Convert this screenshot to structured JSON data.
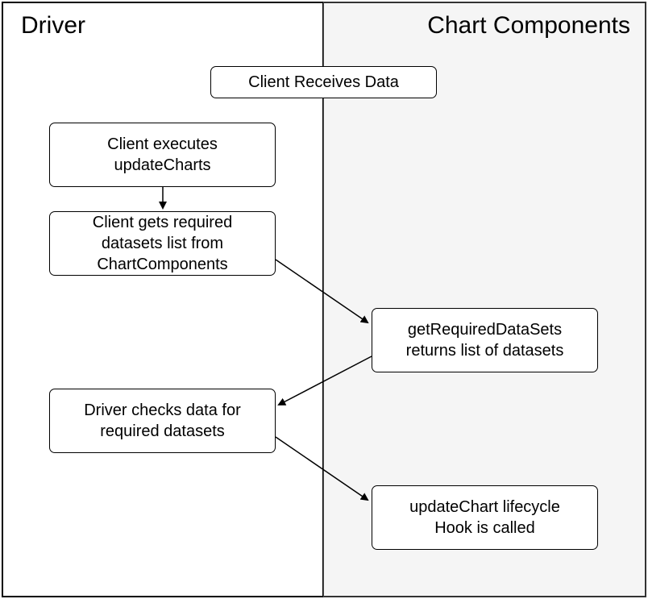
{
  "lanes": {
    "driver_title": "Driver",
    "chart_components_title": "Chart Components"
  },
  "steps": {
    "client_receives": "Client Receives Data",
    "client_executes": "Client executes\nupdateCharts",
    "client_gets": "Client gets required\ndatasets list from\nChartComponents",
    "get_required": "getRequiredDataSets\nreturns list of datasets",
    "driver_checks": "Driver checks data for\nrequired datasets",
    "update_chart": "updateChart lifecycle\nHook is called"
  }
}
